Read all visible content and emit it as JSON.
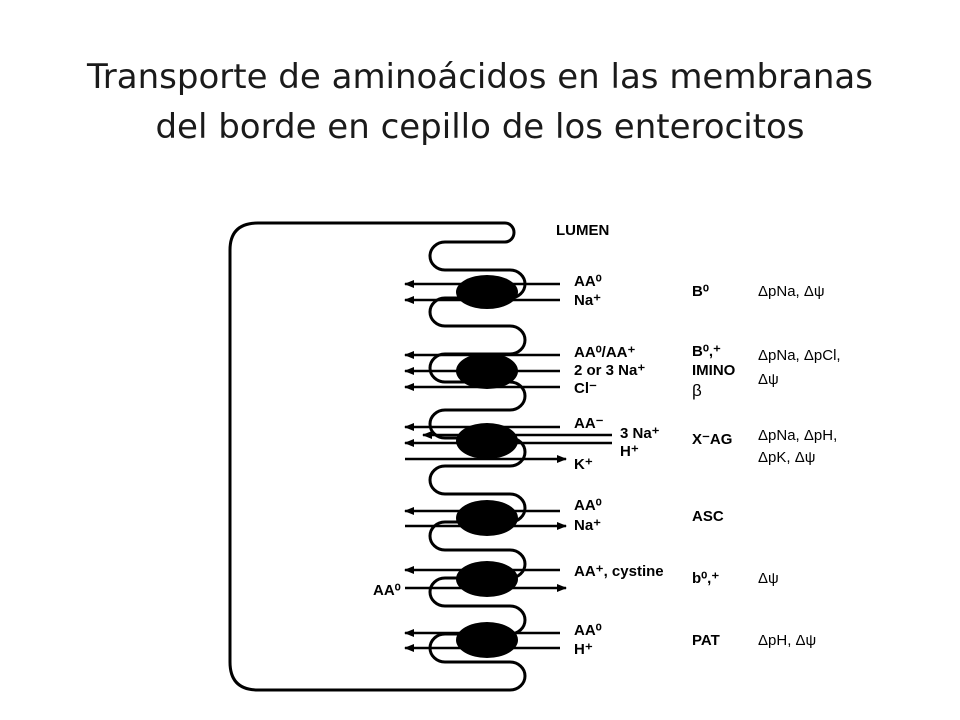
{
  "title": {
    "line1": "Transporte de aminoácidos en las membranas",
    "line2": "del borde en cepillo de los enterocitos"
  },
  "diagram": {
    "lumen_label": "LUMEN",
    "intracellular_label": "AA⁰",
    "transporters": [
      {
        "id": "B0",
        "substrates": [
          "AA⁰",
          "Na⁺"
        ],
        "system": "B⁰",
        "system_lines": [
          "B⁰"
        ],
        "driving_force_lines": [
          "ΔpNa, Δψ"
        ]
      },
      {
        "id": "B0plus",
        "substrates": [
          "AA⁰/AA⁺",
          "2 or 3 Na⁺",
          "Cl⁻"
        ],
        "system_lines": [
          "B⁰,⁺",
          "IMINO",
          "β"
        ],
        "driving_force_lines": [
          "ΔpNa, ΔpCl,",
          "Δψ"
        ]
      },
      {
        "id": "XAG",
        "substrates": [
          "AA⁻",
          "3 Na⁺",
          "H⁺",
          "K⁺"
        ],
        "system_lines": [
          "X⁻AG"
        ],
        "driving_force_lines": [
          "ΔpNa, ΔpH,",
          "ΔpK, Δψ"
        ]
      },
      {
        "id": "ASC",
        "substrates": [
          "AA⁰",
          "Na⁺"
        ],
        "system_lines": [
          "ASC"
        ],
        "driving_force_lines": []
      },
      {
        "id": "b0plus",
        "substrates": [
          "AA⁺, cystine"
        ],
        "system_lines": [
          "b⁰,⁺"
        ],
        "driving_force_lines": [
          "Δψ"
        ]
      },
      {
        "id": "PAT",
        "substrates": [
          "AA⁰",
          "H⁺"
        ],
        "system_lines": [
          "PAT"
        ],
        "driving_force_lines": [
          "ΔpH, Δψ"
        ]
      }
    ]
  }
}
